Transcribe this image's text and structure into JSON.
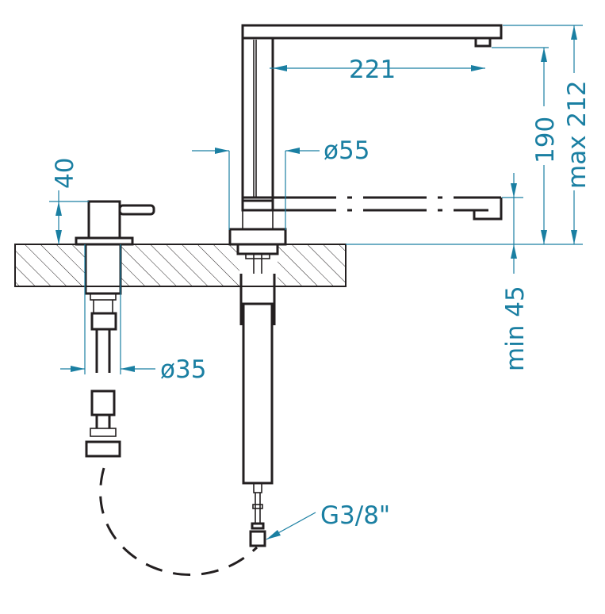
{
  "title": "",
  "colors": {
    "line": "#231f20",
    "dimension": "#1a7fa2",
    "background": "#ffffff"
  },
  "dimensions": {
    "spout_reach": "221",
    "base_diameter": "ø55",
    "height_standard": "190",
    "height_max": "max 212",
    "dispenser_height": "40",
    "dispenser_diameter": "ø35",
    "countertop_min": "min 45",
    "connection_thread": "G3/8\""
  }
}
